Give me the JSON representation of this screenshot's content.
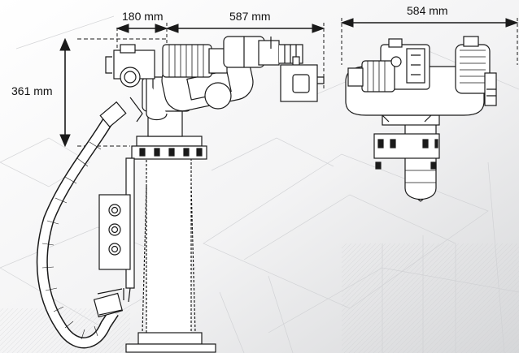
{
  "dimensions": {
    "top_left_width": "180 mm",
    "top_middle_width": "587 mm",
    "height": "361 mm",
    "top_right_width": "584 mm"
  },
  "colors": {
    "line": "#1a1a1a",
    "background": "#ffffff",
    "background_sketch": "#d9dadc"
  }
}
